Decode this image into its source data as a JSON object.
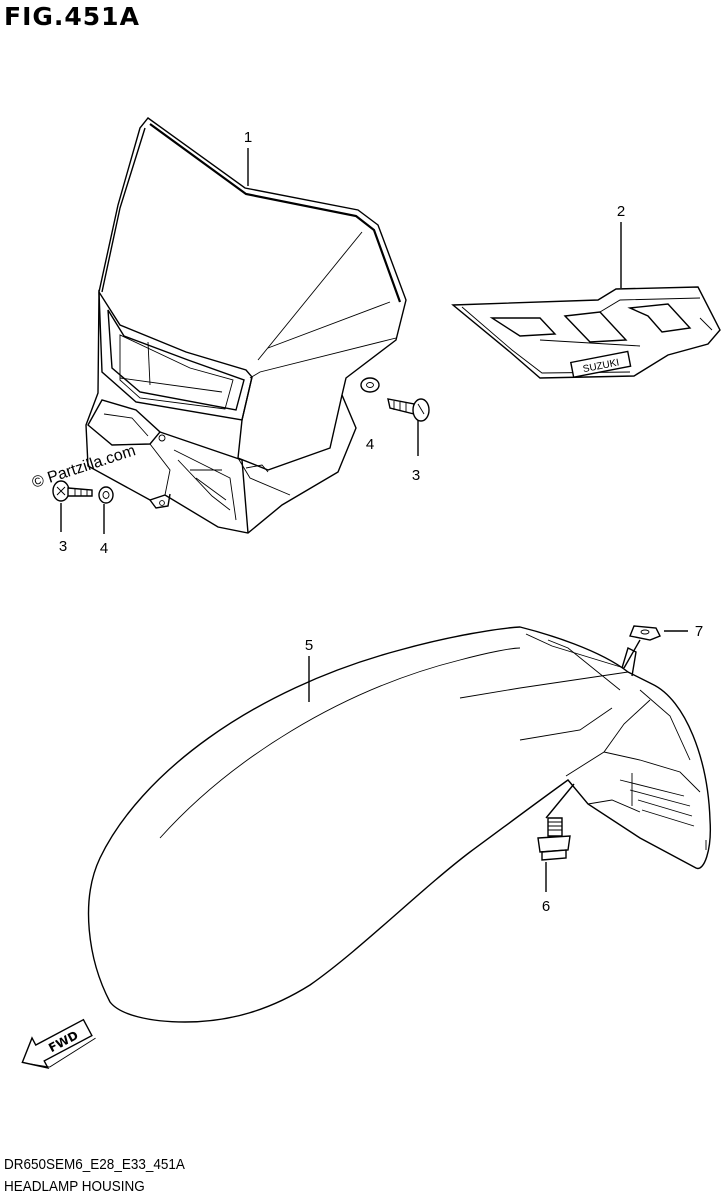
{
  "figure": {
    "title": "FIG.451A",
    "watermark": "© Partzilla.com",
    "fwd_label": "FWD",
    "decal_text": "SUZUKI",
    "code": "DR650SEM6_E28_E33_451A",
    "caption": "HEADLAMP HOUSING"
  },
  "callouts": [
    {
      "id": "headlamp-housing",
      "label": "1"
    },
    {
      "id": "decal",
      "label": "2"
    },
    {
      "id": "screw-left",
      "label": "3"
    },
    {
      "id": "washer-left",
      "label": "4"
    },
    {
      "id": "washer-right",
      "label": "4"
    },
    {
      "id": "screw-right",
      "label": "3"
    },
    {
      "id": "front-fender",
      "label": "5"
    },
    {
      "id": "fender-bolt",
      "label": "6"
    },
    {
      "id": "fender-washer",
      "label": "7"
    }
  ]
}
